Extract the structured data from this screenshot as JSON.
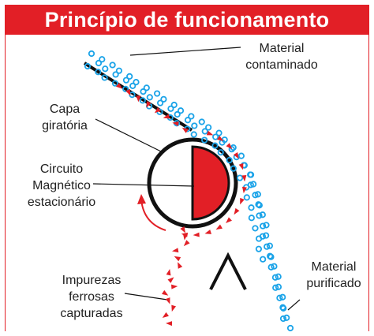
{
  "title": "Princípio de funcionamento",
  "labels": {
    "material_contaminado": [
      "Material",
      "contaminado"
    ],
    "capa_giratoria": [
      "Capa",
      "giratória"
    ],
    "circuito": [
      "Circuito",
      "Magnético",
      "estacionário"
    ],
    "impurezas": [
      "Impurezas",
      "ferrosas",
      "capturadas"
    ],
    "material_purificado": [
      "Material",
      "purificado"
    ]
  },
  "colors": {
    "accent": "#e21f26",
    "particle": "#1aa3e8",
    "line": "#111111"
  },
  "icons": {
    "particle": "blue-ring-particle",
    "ferrous": "red-triangle-particle"
  }
}
